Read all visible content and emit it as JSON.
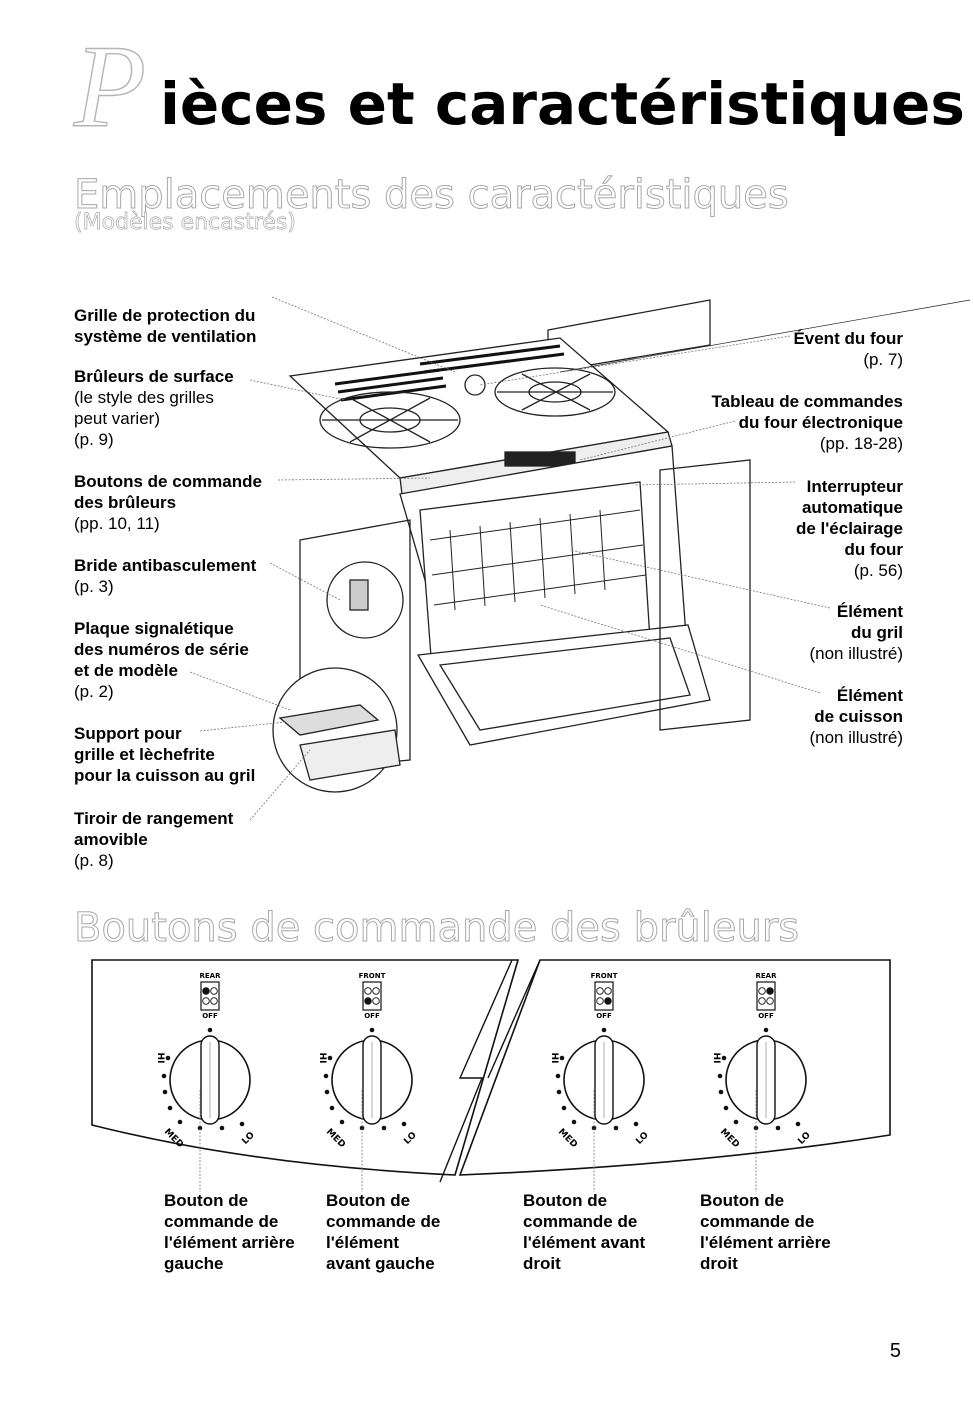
{
  "header": {
    "title_initial": "P",
    "title_rest": "ièces et caractéristiques"
  },
  "section1": {
    "heading": "Emplacements des caractéristiques",
    "subheading": "(Modèles encastrés)"
  },
  "left_labels": [
    {
      "bold": [
        "Grille de protection du",
        "système de ventilation"
      ],
      "normal": []
    },
    {
      "bold": [
        "Brûleurs de surface"
      ],
      "normal": [
        "(le style des grilles",
        "peut varier)",
        "(p. 9)"
      ]
    },
    {
      "bold": [
        "Boutons de commande",
        "des brûleurs"
      ],
      "normal": [
        "(pp. 10, 11)"
      ]
    },
    {
      "bold": [
        "Bride antibasculement"
      ],
      "normal": [
        "(p. 3)"
      ]
    },
    {
      "bold": [
        "Plaque signalétique",
        "des numéros de série",
        "et de modèle"
      ],
      "normal": [
        "(p. 2)"
      ]
    },
    {
      "bold": [
        "Support pour",
        "grille et lèchefrite",
        "pour la cuisson au gril"
      ],
      "normal": []
    },
    {
      "bold": [
        "Tiroir de rangement",
        "amovible"
      ],
      "normal": [
        "(p. 8)"
      ]
    }
  ],
  "right_labels": [
    {
      "bold": [
        "Évent du four"
      ],
      "normal": [
        "(p. 7)"
      ]
    },
    {
      "bold": [
        "Tableau de commandes",
        "du four électronique"
      ],
      "normal": [
        "(pp. 18-28)"
      ]
    },
    {
      "bold": [
        "Interrupteur",
        "automatique",
        "de l'éclairage",
        "du four"
      ],
      "normal": [
        "(p. 56)"
      ]
    },
    {
      "bold": [
        "Élément",
        "du gril"
      ],
      "normal": [
        "(non illustré)"
      ]
    },
    {
      "bold": [
        "Élément",
        "de cuisson"
      ],
      "normal": [
        "(non illustré)"
      ]
    }
  ],
  "section2": {
    "heading": "Boutons de commande des brûleurs"
  },
  "knobs": [
    {
      "position_text": "REAR",
      "off": "OFF",
      "hi": "HI",
      "med": "MED",
      "lo": "LO",
      "label": [
        "Bouton de",
        "commande de",
        "l'élément arrière",
        "gauche"
      ]
    },
    {
      "position_text": "FRONT",
      "off": "OFF",
      "hi": "HI",
      "med": "MED",
      "lo": "LO",
      "label": [
        "Bouton de",
        "commande de",
        "l'élément",
        "avant gauche"
      ]
    },
    {
      "position_text": "FRONT",
      "off": "OFF",
      "hi": "HI",
      "med": "MED",
      "lo": "LO",
      "label": [
        "Bouton de",
        "commande de",
        "l'élément avant",
        "droit"
      ]
    },
    {
      "position_text": "REAR",
      "off": "OFF",
      "hi": "HI",
      "med": "MED",
      "lo": "LO",
      "label": [
        "Bouton de",
        "commande de",
        "l'élément arrière",
        "droit"
      ]
    }
  ],
  "footer": {
    "page_number": "5"
  }
}
